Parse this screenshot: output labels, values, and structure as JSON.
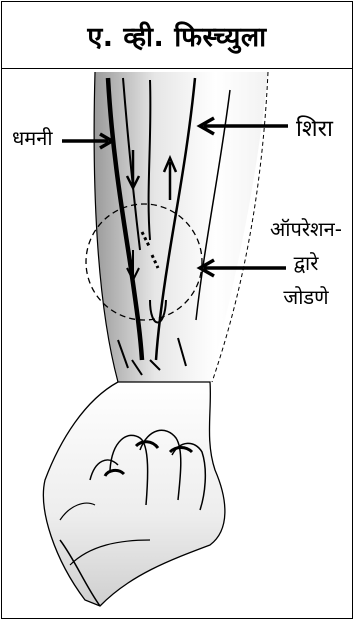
{
  "title": "ए. व्ही. फिस्च्युला",
  "labels": {
    "artery": "धमनी",
    "vein": "शिरा",
    "surgery_line1": "ऑपरेशन-",
    "surgery_line2": "द्वारे",
    "surgery_line3": "जोडणे"
  },
  "colors": {
    "ink": "#000000",
    "background": "#ffffff",
    "shade": "#bdbdbd"
  }
}
